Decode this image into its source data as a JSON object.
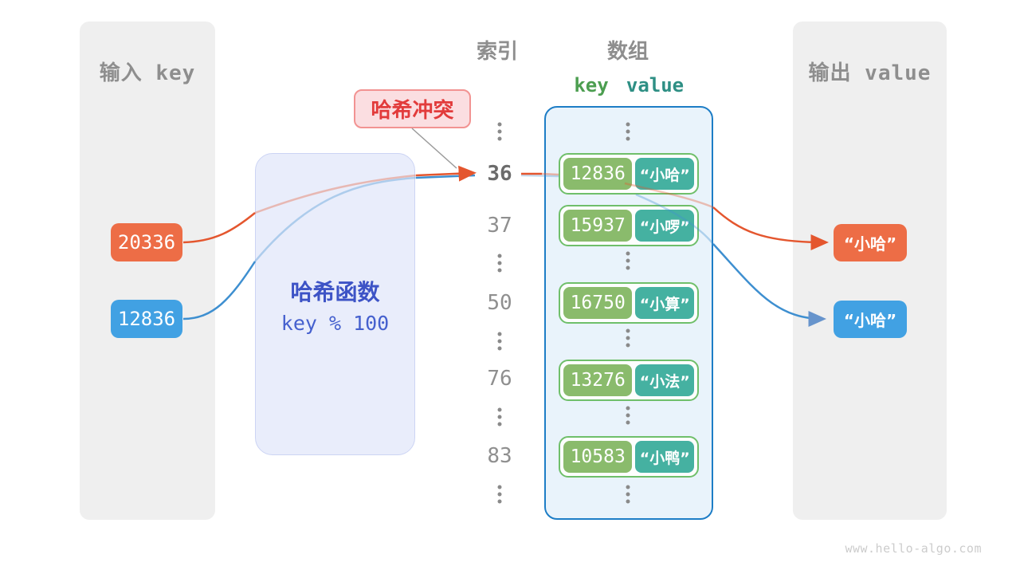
{
  "input_panel": {
    "title": "输入 key",
    "keys": [
      {
        "value": "20336",
        "color_name": "orange"
      },
      {
        "value": "12836",
        "color_name": "blue"
      }
    ]
  },
  "hash_box": {
    "title": "哈希函数",
    "formula": "key % 100"
  },
  "collision_label": {
    "text": "哈希冲突"
  },
  "index_column": {
    "title": "索引",
    "indices": [
      {
        "value": "36",
        "highlight": true
      },
      {
        "value": "37",
        "highlight": false
      },
      {
        "value": "50",
        "highlight": false
      },
      {
        "value": "76",
        "highlight": false
      },
      {
        "value": "83",
        "highlight": false
      }
    ]
  },
  "array_column": {
    "title": "数组",
    "key_header": "key",
    "value_header": "value",
    "rows": [
      {
        "key": "12836",
        "value": "“小哈”"
      },
      {
        "key": "15937",
        "value": "“小啰”"
      },
      {
        "key": "16750",
        "value": "“小算”"
      },
      {
        "key": "13276",
        "value": "“小法”"
      },
      {
        "key": "10583",
        "value": "“小鸭”"
      }
    ]
  },
  "output_panel": {
    "title": "输出 value",
    "values": [
      {
        "text": "“小哈”",
        "color_name": "orange"
      },
      {
        "text": "“小哈”",
        "color_name": "blue"
      }
    ]
  },
  "watermark": "www.hello-algo.com",
  "colors": {
    "orange": "#ed6d46",
    "orange_stroke": "#e4562e",
    "blue": "#41a1e3",
    "blue_stroke": "#3e8fd0",
    "key_green": "#8abb6c",
    "value_teal": "#45b1a1",
    "array_border": "#1d7dc6",
    "collision_red": "#e23b3b"
  }
}
